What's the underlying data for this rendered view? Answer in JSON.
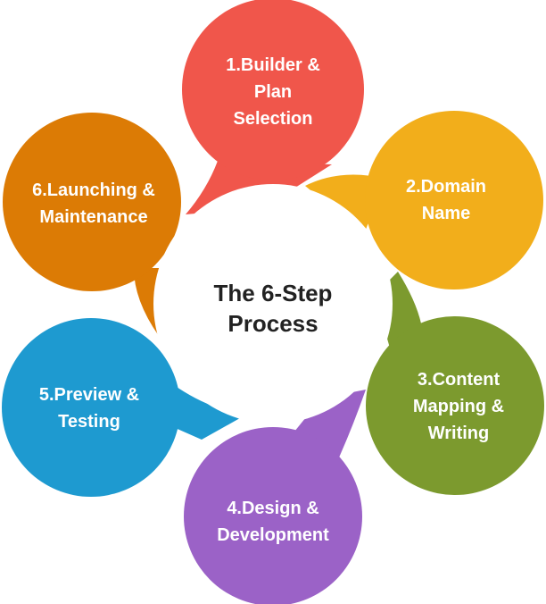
{
  "title": "The 6-Step\nProcess",
  "steps": [
    {
      "label": "1.Builder &\nPlan\nSelection",
      "color": "#f0564b"
    },
    {
      "label": "2.Domain\nName",
      "color": "#f2ae1b"
    },
    {
      "label": "3.Content\nMapping &\nWriting",
      "color": "#7c9a2e"
    },
    {
      "label": "4.Design &\nDevelopment",
      "color": "#9b62c7"
    },
    {
      "label": "5.Preview &\nTesting",
      "color": "#1e9ad0"
    },
    {
      "label": "6.Launching &\nMaintenance",
      "color": "#dc7b05"
    }
  ],
  "colors": {
    "center_fill": "#ffffff",
    "center_text": "#222222"
  }
}
